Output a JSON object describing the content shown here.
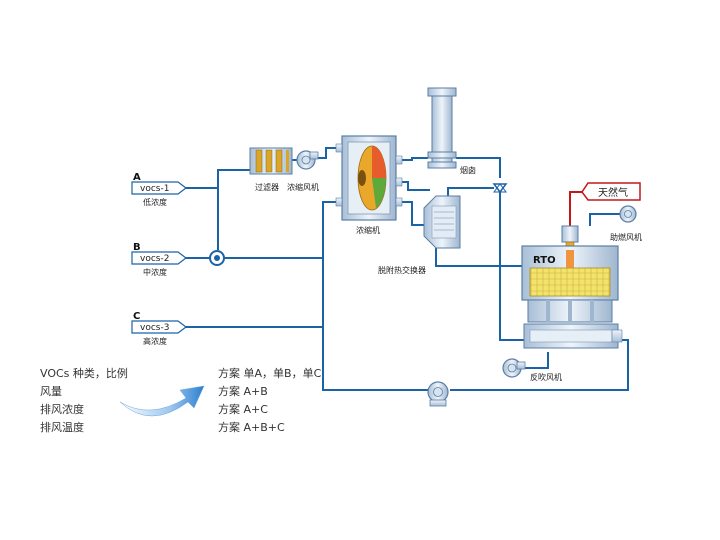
{
  "inlets": [
    {
      "letter": "A",
      "tag": "vocs-1",
      "label": "低浓度"
    },
    {
      "letter": "B",
      "tag": "vocs-2",
      "label": "中浓度"
    },
    {
      "letter": "C",
      "tag": "vocs-3",
      "label": "高浓度"
    }
  ],
  "equipment": {
    "filter": "过滤器",
    "concentrate_fan": "浓缩风机",
    "concentrator": "浓缩机",
    "chimney": "烟囱",
    "desorb_exchanger": "脱附热交换器",
    "rto": "RTO",
    "natural_gas": "天然气",
    "combustion_fan": "助燃风机",
    "backblow_fan": "反吹风机"
  },
  "params": [
    "VOCs 种类，比例",
    "风量",
    "排风浓度",
    "排风温度"
  ],
  "schemes": [
    "方案 单A，单B，单C",
    "方案 A+B",
    "方案 A+C",
    "方案 A+B+C"
  ],
  "colors": {
    "pipe": "#1c63a6",
    "gas_line": "#c21818",
    "arrow": "#3b8fd6"
  }
}
